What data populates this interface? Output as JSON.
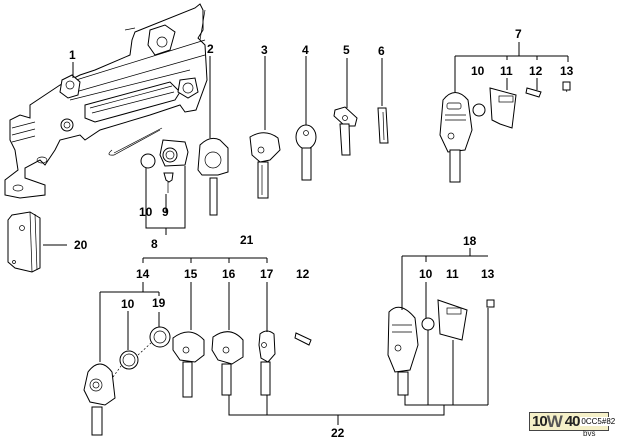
{
  "diagram": {
    "title": "Door handle, lock cylinder and key parts",
    "callouts": [
      {
        "id": "c1",
        "text": "1"
      },
      {
        "id": "c2",
        "text": "2"
      },
      {
        "id": "c3",
        "text": "3"
      },
      {
        "id": "c4",
        "text": "4"
      },
      {
        "id": "c5",
        "text": "5"
      },
      {
        "id": "c6",
        "text": "6"
      },
      {
        "id": "c7",
        "text": "7"
      },
      {
        "id": "c7_10",
        "text": "10"
      },
      {
        "id": "c7_11",
        "text": "11"
      },
      {
        "id": "c7_12",
        "text": "12"
      },
      {
        "id": "c7_13",
        "text": "13"
      },
      {
        "id": "c8",
        "text": "8"
      },
      {
        "id": "c8_10",
        "text": "10"
      },
      {
        "id": "c8_9",
        "text": "9"
      },
      {
        "id": "c20",
        "text": "20"
      },
      {
        "id": "c21",
        "text": "21"
      },
      {
        "id": "c14",
        "text": "14"
      },
      {
        "id": "c14_10",
        "text": "10"
      },
      {
        "id": "c19",
        "text": "19"
      },
      {
        "id": "c15",
        "text": "15"
      },
      {
        "id": "c16",
        "text": "16"
      },
      {
        "id": "c17",
        "text": "17"
      },
      {
        "id": "c12b",
        "text": "12"
      },
      {
        "id": "c18",
        "text": "18"
      },
      {
        "id": "c18_10",
        "text": "10"
      },
      {
        "id": "c18_11",
        "text": "11"
      },
      {
        "id": "c18_13",
        "text": "13"
      },
      {
        "id": "c22",
        "text": "22"
      }
    ]
  },
  "watermark": {
    "logo_big": "10",
    "logo_w": "W",
    "logo_40": "40",
    "logo_code": "0CC5#82",
    "signature": "bvs"
  }
}
